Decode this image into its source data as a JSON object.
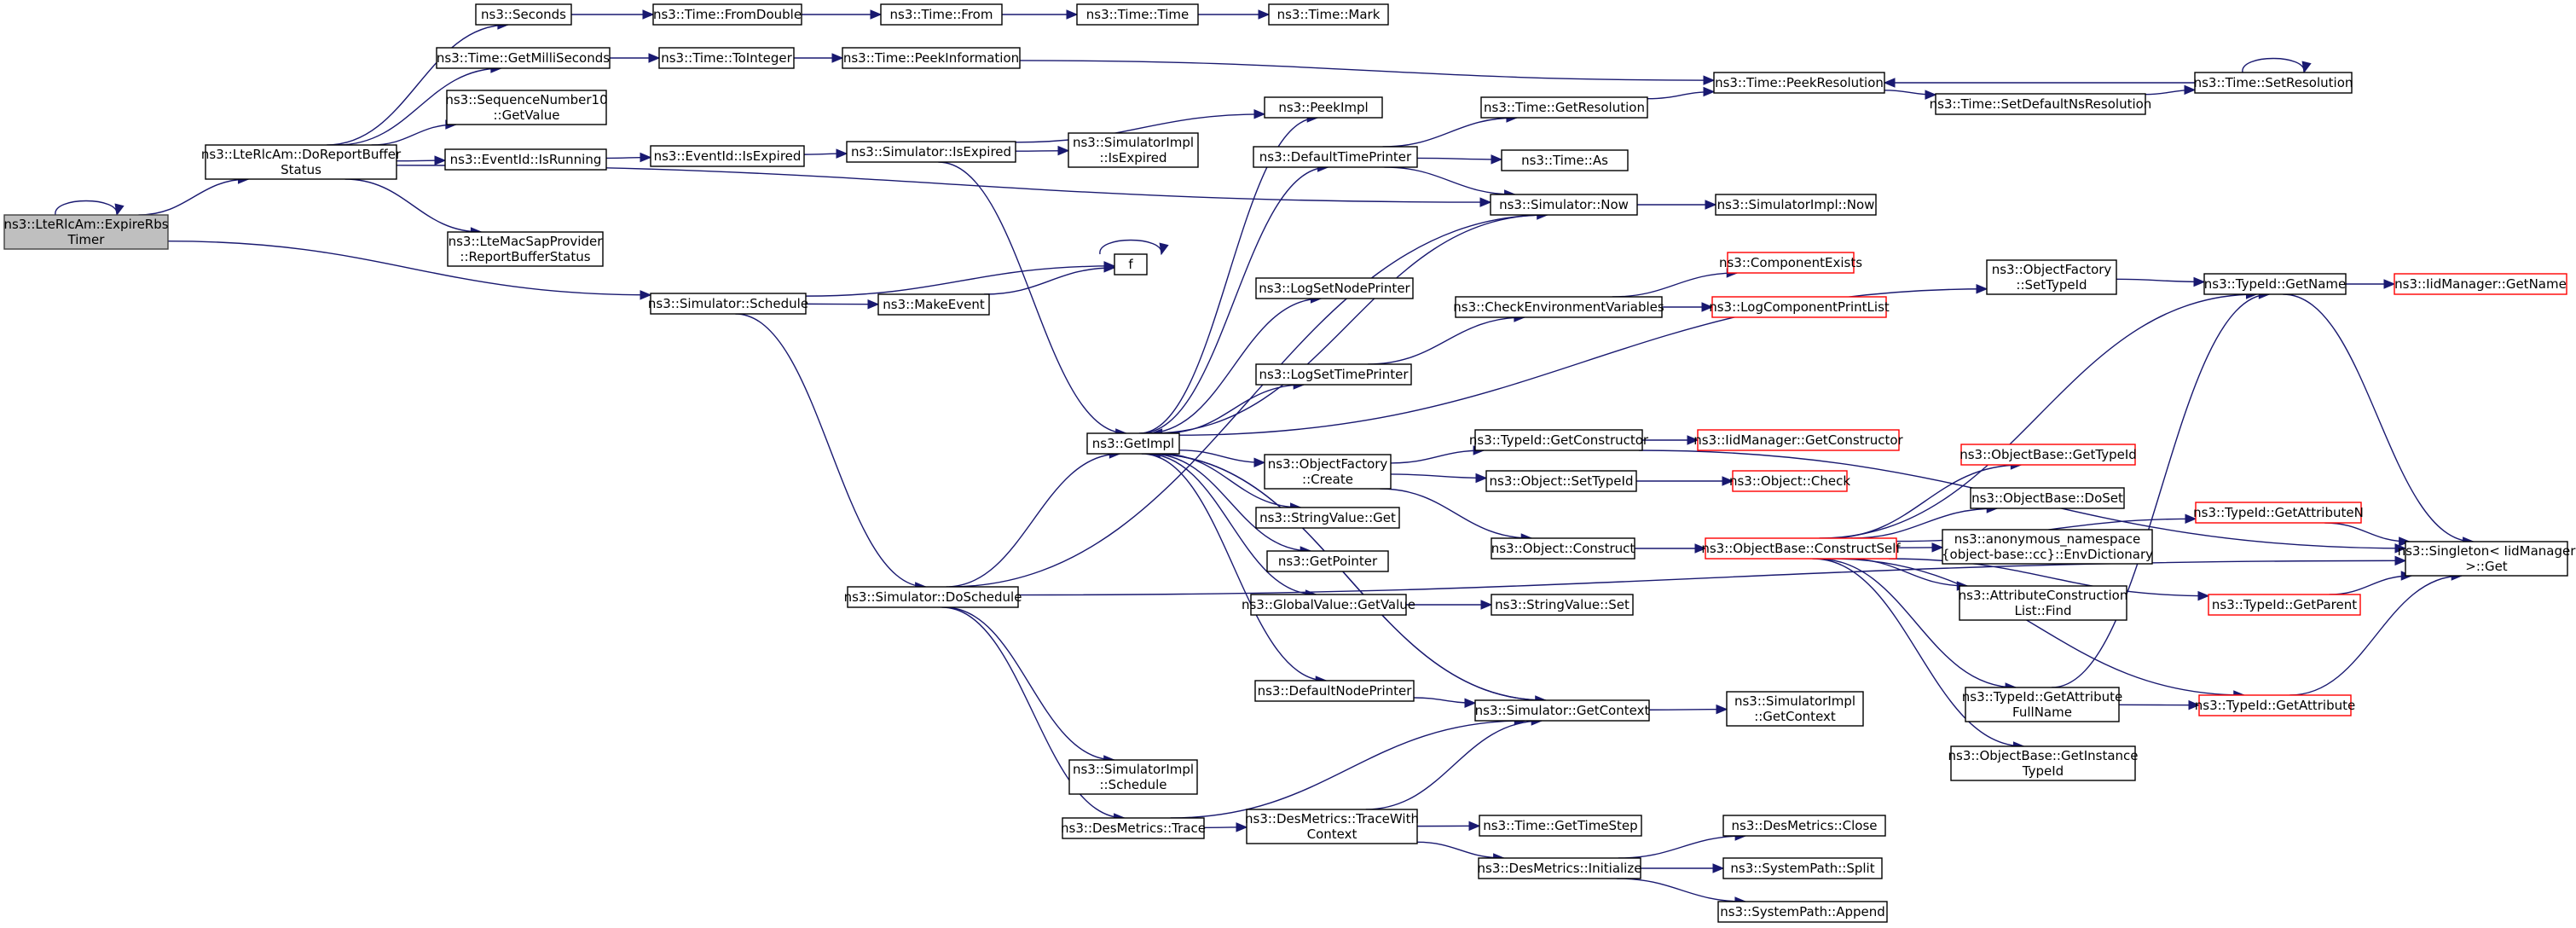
{
  "graph": {
    "title": "",
    "colors": {
      "edge": "#191970",
      "root_fill": "#bfbfbf",
      "highlight_border": "#ff0000",
      "node_border": "#000000"
    },
    "nodes": [
      {
        "id": "root",
        "lines": [
          "ns3::LteRlcAm::ExpireRbs",
          "Timer"
        ],
        "style": "root"
      },
      {
        "id": "doreport",
        "lines": [
          "ns3::LteRlcAm::DoReportBuffer",
          "Status"
        ]
      },
      {
        "id": "seconds",
        "lines": [
          "ns3::Seconds"
        ]
      },
      {
        "id": "fromdouble",
        "lines": [
          "ns3::Time::FromDouble"
        ]
      },
      {
        "id": "from",
        "lines": [
          "ns3::Time::From"
        ]
      },
      {
        "id": "time",
        "lines": [
          "ns3::Time::Time"
        ]
      },
      {
        "id": "mark",
        "lines": [
          "ns3::Time::Mark"
        ]
      },
      {
        "id": "getmilli",
        "lines": [
          "ns3::Time::GetMilliSeconds"
        ]
      },
      {
        "id": "tointeger",
        "lines": [
          "ns3::Time::ToInteger"
        ]
      },
      {
        "id": "peekinfo",
        "lines": [
          "ns3::Time::PeekInformation"
        ]
      },
      {
        "id": "peekres",
        "lines": [
          "ns3::Time::PeekResolution"
        ]
      },
      {
        "id": "setdefns",
        "lines": [
          "ns3::Time::SetDefaultNsResolution"
        ]
      },
      {
        "id": "setres",
        "lines": [
          "ns3::Time::SetResolution"
        ]
      },
      {
        "id": "seqnum",
        "lines": [
          "ns3::SequenceNumber10",
          "::GetValue"
        ]
      },
      {
        "id": "isrunning",
        "lines": [
          "ns3::EventId::IsRunning"
        ]
      },
      {
        "id": "isexpired",
        "lines": [
          "ns3::EventId::IsExpired"
        ]
      },
      {
        "id": "simisexpired",
        "lines": [
          "ns3::Simulator::IsExpired"
        ]
      },
      {
        "id": "simimplisexpired",
        "lines": [
          "ns3::SimulatorImpl",
          "::IsExpired"
        ]
      },
      {
        "id": "peekimpl",
        "lines": [
          "ns3::PeekImpl"
        ]
      },
      {
        "id": "macsap",
        "lines": [
          "ns3::LteMacSapProvider",
          "::ReportBufferStatus"
        ]
      },
      {
        "id": "schedule",
        "lines": [
          "ns3::Simulator::Schedule"
        ]
      },
      {
        "id": "makeevent",
        "lines": [
          "ns3::MakeEvent"
        ]
      },
      {
        "id": "f",
        "lines": [
          "f"
        ]
      },
      {
        "id": "deftimeprinter",
        "lines": [
          "ns3::DefaultTimePrinter"
        ]
      },
      {
        "id": "getresolution",
        "lines": [
          "ns3::Time::GetResolution"
        ]
      },
      {
        "id": "timeas",
        "lines": [
          "ns3::Time::As"
        ]
      },
      {
        "id": "now",
        "lines": [
          "ns3::Simulator::Now"
        ]
      },
      {
        "id": "simimplnow",
        "lines": [
          "ns3::SimulatorImpl::Now"
        ]
      },
      {
        "id": "lognodeprinter",
        "lines": [
          "ns3::LogSetNodePrinter"
        ]
      },
      {
        "id": "checkenv",
        "lines": [
          "ns3::CheckEnvironmentVariables"
        ]
      },
      {
        "id": "compexists",
        "lines": [
          "ns3::ComponentExists"
        ],
        "style": "red"
      },
      {
        "id": "logcompprint",
        "lines": [
          "ns3::LogComponentPrintList"
        ],
        "style": "red"
      },
      {
        "id": "logtimeprinter",
        "lines": [
          "ns3::LogSetTimePrinter"
        ]
      },
      {
        "id": "getimpl",
        "lines": [
          "ns3::GetImpl"
        ]
      },
      {
        "id": "objfactsettype",
        "lines": [
          "ns3::ObjectFactory",
          "::SetTypeId"
        ]
      },
      {
        "id": "typeidgetname",
        "lines": [
          "ns3::TypeId::GetName"
        ]
      },
      {
        "id": "iidgetname",
        "lines": [
          "ns3::IidManager::GetName"
        ],
        "style": "red"
      },
      {
        "id": "getconstructor",
        "lines": [
          "ns3::TypeId::GetConstructor"
        ]
      },
      {
        "id": "iidgetconstructor",
        "lines": [
          "ns3::IidManager::GetConstructor"
        ],
        "style": "red"
      },
      {
        "id": "objfactcreate",
        "lines": [
          "ns3::ObjectFactory",
          "::Create"
        ]
      },
      {
        "id": "objsettypeid",
        "lines": [
          "ns3::Object::SetTypeId"
        ]
      },
      {
        "id": "objcheck",
        "lines": [
          "ns3::Object::Check"
        ],
        "style": "red"
      },
      {
        "id": "objbasegettypeid",
        "lines": [
          "ns3::ObjectBase::GetTypeId"
        ],
        "style": "red"
      },
      {
        "id": "gettypeidattributen",
        "lines": [
          "ns3::TypeId::GetAttributeN"
        ],
        "style": "red"
      },
      {
        "id": "stringvalueget",
        "lines": [
          "ns3::StringValue::Get"
        ]
      },
      {
        "id": "objbasedoset",
        "lines": [
          "ns3::ObjectBase::DoSet"
        ]
      },
      {
        "id": "objconstruct",
        "lines": [
          "ns3::Object::Construct"
        ]
      },
      {
        "id": "constructself",
        "lines": [
          "ns3::ObjectBase::ConstructSelf"
        ],
        "style": "red"
      },
      {
        "id": "envdict",
        "lines": [
          "ns3::anonymous_namespace",
          "{object-base::cc}::EnvDictionary"
        ]
      },
      {
        "id": "singletonget",
        "lines": [
          "ns3::Singleton< IidManager",
          ">::Get"
        ]
      },
      {
        "id": "getpointer",
        "lines": [
          "ns3::GetPointer"
        ]
      },
      {
        "id": "doschedule",
        "lines": [
          "ns3::Simulator::DoSchedule"
        ]
      },
      {
        "id": "globalvalueget",
        "lines": [
          "ns3::GlobalValue::GetValue"
        ]
      },
      {
        "id": "stringvalueset",
        "lines": [
          "ns3::StringValue::Set"
        ]
      },
      {
        "id": "attrconstruct",
        "lines": [
          "ns3::AttributeConstruction",
          "List::Find"
        ]
      },
      {
        "id": "typeidgetparent",
        "lines": [
          "ns3::TypeId::GetParent"
        ],
        "style": "red"
      },
      {
        "id": "defnodeprinter",
        "lines": [
          "ns3::DefaultNodePrinter"
        ]
      },
      {
        "id": "simgetcontext",
        "lines": [
          "ns3::Simulator::GetContext"
        ]
      },
      {
        "id": "simimplgetcontext",
        "lines": [
          "ns3::SimulatorImpl",
          "::GetContext"
        ]
      },
      {
        "id": "getattrfullname",
        "lines": [
          "ns3::TypeId::GetAttribute",
          "FullName"
        ]
      },
      {
        "id": "typeidgetattribute",
        "lines": [
          "ns3::TypeId::GetAttribute"
        ],
        "style": "red"
      },
      {
        "id": "getinstancetypeid",
        "lines": [
          "ns3::ObjectBase::GetInstance",
          "TypeId"
        ]
      },
      {
        "id": "simimplschedule",
        "lines": [
          "ns3::SimulatorImpl",
          "::Schedule"
        ]
      },
      {
        "id": "desmetricstrace",
        "lines": [
          "ns3::DesMetrics::Trace"
        ]
      },
      {
        "id": "tracewithcontext",
        "lines": [
          "ns3::DesMetrics::TraceWith",
          "Context"
        ]
      },
      {
        "id": "gettimestep",
        "lines": [
          "ns3::Time::GetTimeStep"
        ]
      },
      {
        "id": "desclose",
        "lines": [
          "ns3::DesMetrics::Close"
        ]
      },
      {
        "id": "desinit",
        "lines": [
          "ns3::DesMetrics::Initialize"
        ]
      },
      {
        "id": "pathsplit",
        "lines": [
          "ns3::SystemPath::Split"
        ]
      },
      {
        "id": "pathappend",
        "lines": [
          "ns3::SystemPath::Append"
        ]
      }
    ]
  }
}
